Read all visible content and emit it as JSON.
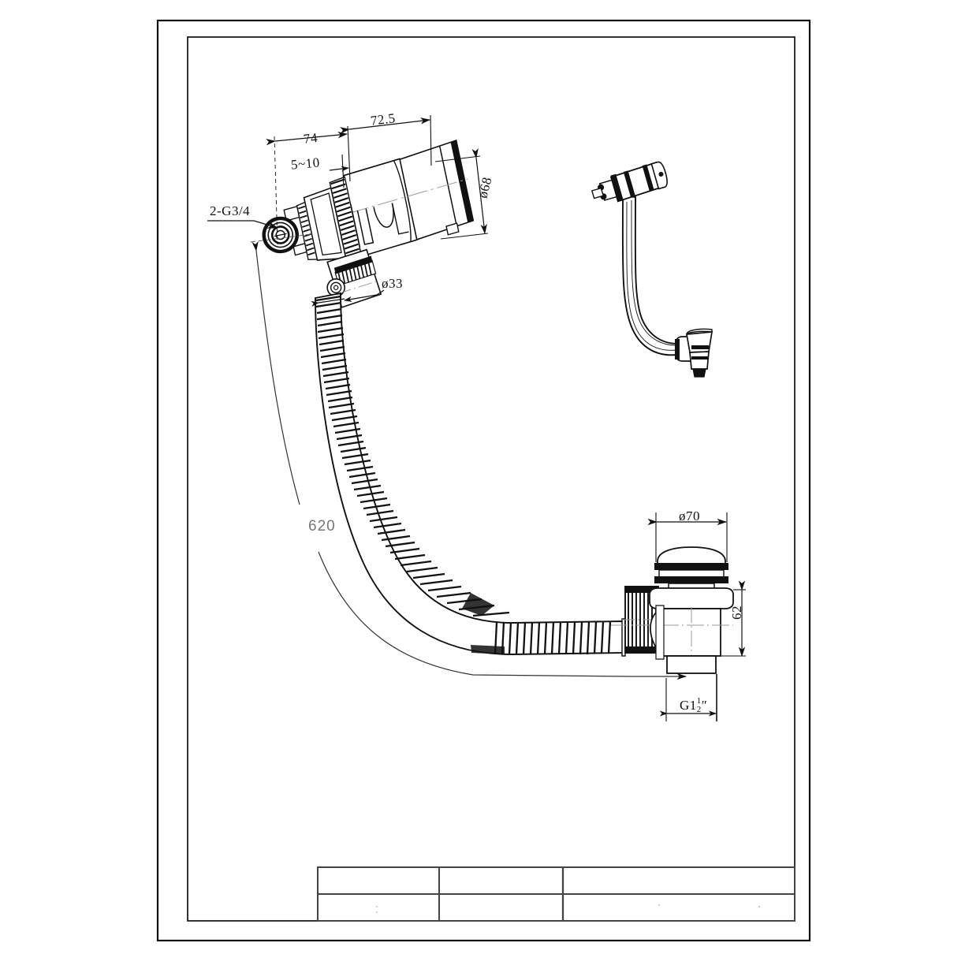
{
  "drawing": {
    "type": "technical-drawing",
    "subject": "Bath overflow filler with pop-up waste and flexible hose",
    "border": {
      "outer": [
        200,
        26,
        1027,
        1193
      ],
      "inner": [
        238,
        47,
        1008,
        1168
      ]
    }
  },
  "dimensions": {
    "overall_width_left": "74",
    "overall_width_right": "72.5",
    "wall_thickness_range": "5~10",
    "body_diameter": "ø68",
    "hose_diameter": "ø33",
    "thread_callout": "2-G3/4",
    "hose_length": "620",
    "waste_cap_diameter": "ø70",
    "waste_body_height": "62",
    "waste_thread_prefix": "G1",
    "waste_thread_numerator": "1",
    "waste_thread_denominator": "2",
    "waste_thread_suffix": "″"
  },
  "title_block": {
    "columns": 3,
    "rows": 2,
    "cells": [
      [
        "",
        "",
        ""
      ],
      [
        "",
        "",
        ""
      ]
    ]
  },
  "colors": {
    "line": "#111111",
    "thin": "#333333",
    "gray_dim": "#777777",
    "background": "#ffffff"
  }
}
